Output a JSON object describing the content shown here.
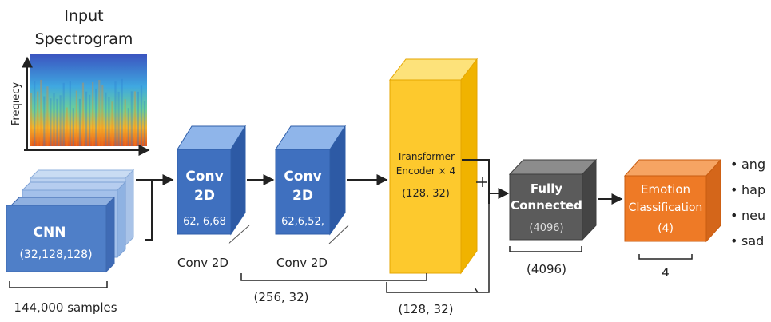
{
  "spectrogram": {
    "title_line1": "Input",
    "title_line2": "Spectrogram",
    "y_axis_label": "Freqıecy"
  },
  "cnn": {
    "title": "CNN",
    "dims": "(32,128,128)",
    "caption": "144,000 samples"
  },
  "conv1": {
    "title_line1": "Conv",
    "title_line2": "2D",
    "dims": "62, 6,68",
    "caption": "Conv 2D"
  },
  "conv2": {
    "title_line1": "Conv",
    "title_line2": "2D",
    "dims": "62,6,52,",
    "caption": "Conv 2D"
  },
  "transformer": {
    "title_line1": "Transformer",
    "title_line2": "Encoder × 4",
    "dims": "(128, 32)"
  },
  "fully_connected": {
    "title_line1": "Fully",
    "title_line2": "Connected",
    "dims": "(4096)",
    "caption": "(4096)"
  },
  "emotion": {
    "title_line1": "Emotion",
    "title_line2": "Classification",
    "dims": "(4)",
    "caption": "4"
  },
  "bottom_labels": {
    "skip1": "(256, 32)",
    "skip2": "(128, 32)"
  },
  "outputs": {
    "bullet": "•",
    "items": [
      "ang",
      "hap",
      "neu",
      "sad"
    ]
  },
  "colors": {
    "cnn": "#4f7fc8",
    "conv": "#3f70bf",
    "transformer": "#fdc92d",
    "fully_connected": "#5b5b5b",
    "emotion": "#ee7a26"
  }
}
